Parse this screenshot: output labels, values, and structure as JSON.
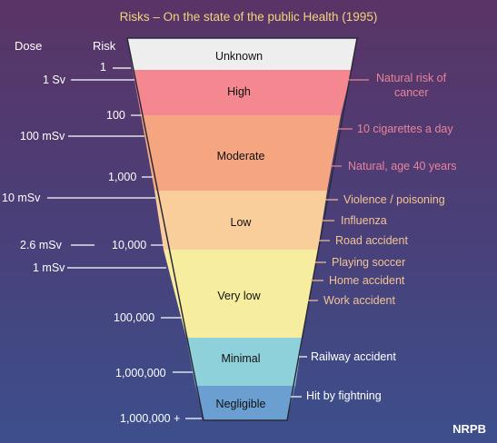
{
  "title": "Risks – On the state of the public Health (1995)",
  "headers": {
    "dose": "Dose",
    "risk": "Risk"
  },
  "bands": [
    {
      "label": "Unknown",
      "color": "#eeeeee"
    },
    {
      "label": "High",
      "color": "#f4878f"
    },
    {
      "label": "Moderate",
      "color": "#f5a57f"
    },
    {
      "label": "Low",
      "color": "#f9ce9a"
    },
    {
      "label": "Very low",
      "color": "#f6ee9e"
    },
    {
      "label": "Minimal",
      "color": "#8fd1da"
    },
    {
      "label": "Negligible",
      "color": "#6c9fd1"
    }
  ],
  "risk_labels": [
    "1",
    "100",
    "1,000",
    "10,000",
    "100,000",
    "1,000,000",
    "1,000,000 +"
  ],
  "dose_labels": [
    "1 Sv",
    "100 mSv",
    "10 mSv",
    "2.6 mSv",
    "1 mSv"
  ],
  "causes": [
    "Natural risk of",
    "cancer",
    "10 cigarettes a day",
    "Natural, age 40 years",
    "Violence / poisoning",
    "Influenza",
    "Road accident",
    "Playing soccer",
    "Home accident",
    "Work accident",
    "Railway accident",
    "Hit by fightning"
  ],
  "credit": "NRPB"
}
